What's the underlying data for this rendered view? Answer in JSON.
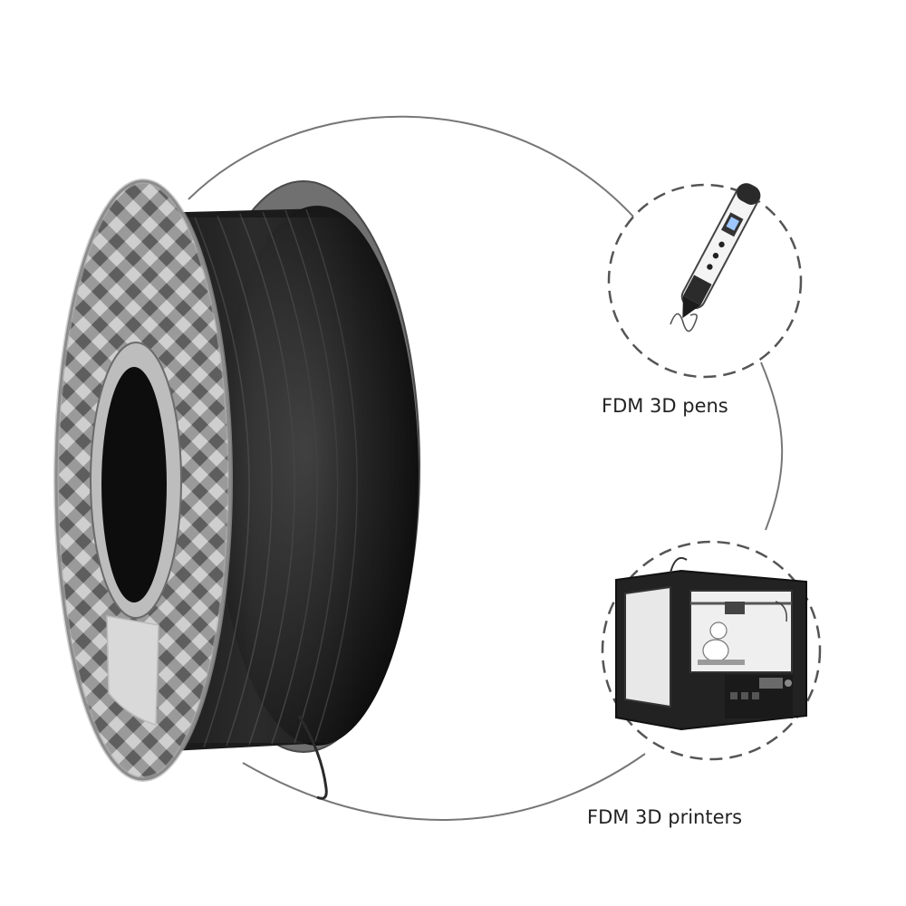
{
  "captions": {
    "pens": "FDM 3D pens",
    "printers": "FDM 3D printers"
  },
  "colors": {
    "background": "#ffffff",
    "filament": "#1b1b1b",
    "spool_flange": "#8f8f8f",
    "connector_line": "#777777",
    "caption_text": "#222222"
  },
  "icons": {
    "spool": "filament-spool",
    "pen": "3d-pen",
    "printer": "3d-printer"
  }
}
